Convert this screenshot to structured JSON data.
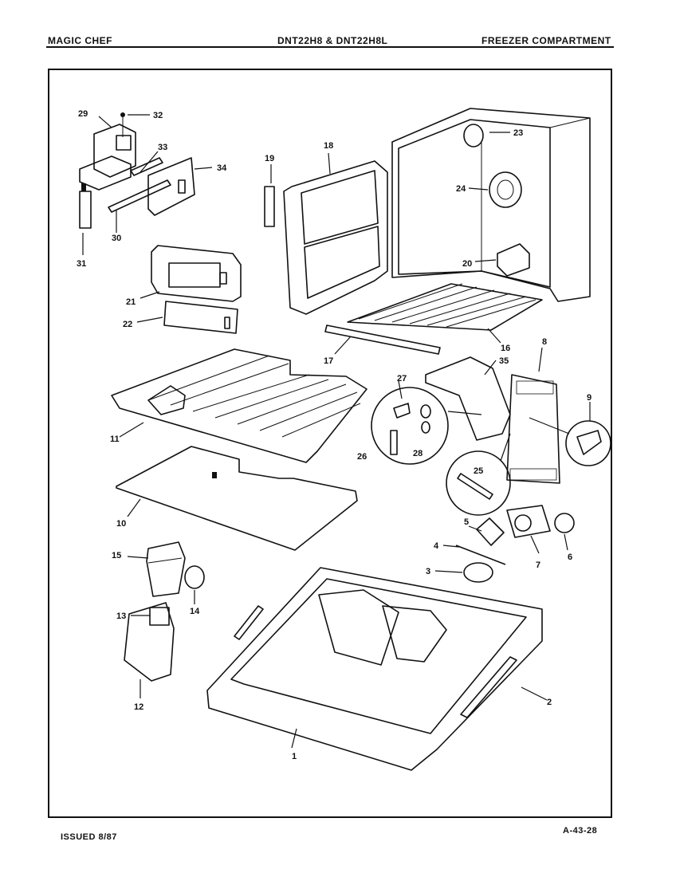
{
  "header": {
    "brand": "MAGIC CHEF",
    "models": "DNT22H8 & DNT22H8L",
    "section": "FREEZER COMPARTMENT"
  },
  "footer": {
    "issued": "ISSUED 8/87",
    "code": "A-43-28"
  },
  "callouts": {
    "c1": "1",
    "c2": "2",
    "c3": "3",
    "c4": "4",
    "c5": "5",
    "c6": "6",
    "c7": "7",
    "c8": "8",
    "c9": "9",
    "c10": "10",
    "c11": "11",
    "c12": "12",
    "c13": "13",
    "c14": "14",
    "c15": "15",
    "c16": "16",
    "c17": "17",
    "c18": "18",
    "c19": "19",
    "c20": "20",
    "c21": "21",
    "c22": "22",
    "c23": "23",
    "c24": "24",
    "c25": "25",
    "c26": "26",
    "c27": "27",
    "c28": "28",
    "c29": "29",
    "c30": "30",
    "c31": "31",
    "c32": "32",
    "c33": "33",
    "c34": "34",
    "c35": "35"
  }
}
